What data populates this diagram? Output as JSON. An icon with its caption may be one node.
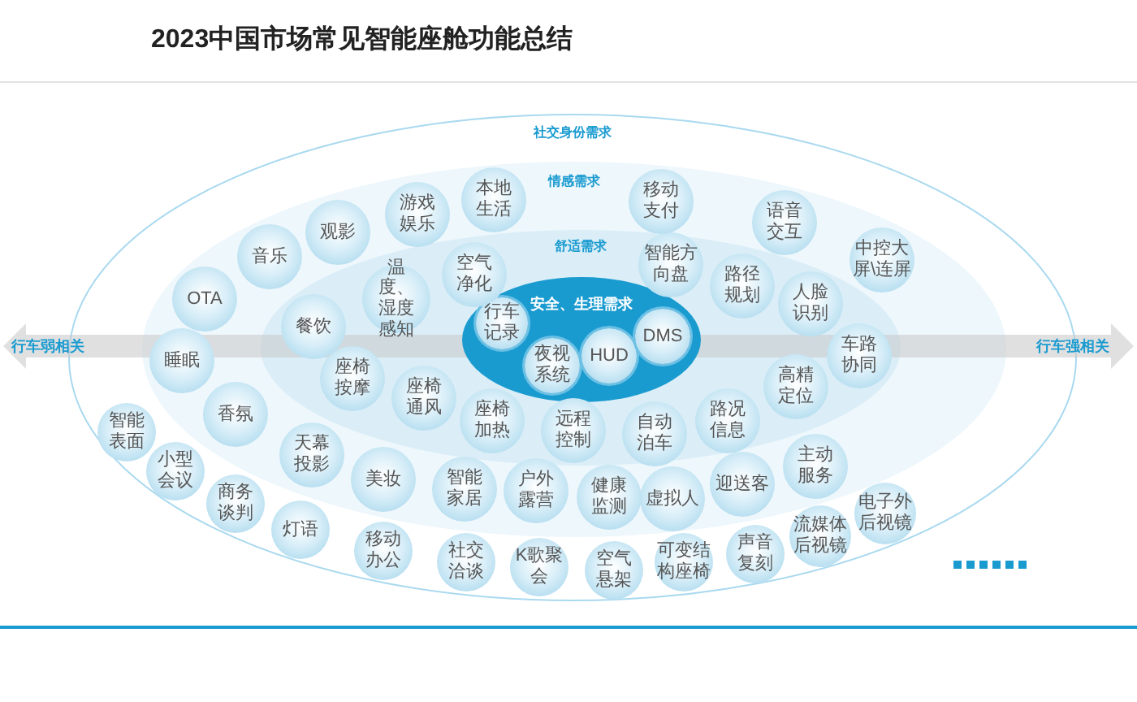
{
  "diagram": {
    "title": "2023中国市场常见智能座舱功能总结",
    "nodes": [
      {
        "text": [
          "社交身份需求"
        ]
      },
      {
        "text": [
          "情感需求"
        ],
        "in": 0
      },
      {
        "text": [
          "舒适需求"
        ],
        "in": 1
      },
      {
        "text": [
          "安全、生理需求"
        ],
        "in": 2
      },
      {
        "text": [
          "行车记录"
        ],
        "in": 3
      },
      {
        "text": [
          "夜视系统"
        ],
        "in": 3
      },
      {
        "text": [
          "HUD"
        ],
        "in": 3
      },
      {
        "text": [
          "DMS"
        ],
        "in": 3
      },
      {
        "text": [
          "本地生活"
        ],
        "in": 1
      },
      {
        "text": [
          "移动支付"
        ],
        "in": 1
      },
      {
        "text": [
          "游戏娱乐"
        ],
        "in": 1
      },
      {
        "text": [
          "观影"
        ],
        "in": 1
      },
      {
        "text": [
          "语音交互"
        ],
        "in": 1
      },
      {
        "text": [
          "音乐"
        ],
        "in": 1
      },
      {
        "text": [
          "中控大屏\\连屏"
        ],
        "in": 1
      },
      {
        "text": [
          "智能方向盘"
        ],
        "in": 2
      },
      {
        "text": [
          "空气净化"
        ],
        "in": 2
      },
      {
        "text": [
          "路径规划"
        ],
        "in": 2
      },
      {
        "text": [
          "OTA"
        ],
        "in": 1
      },
      {
        "text": [
          "温度、湿度感知"
        ],
        "in": 2
      },
      {
        "text": [
          "人脸识别"
        ],
        "in": 2
      },
      {
        "text": [
          "餐饮"
        ],
        "in": 2
      },
      {
        "text": [
          "睡眠"
        ],
        "in": 1
      },
      {
        "text": [
          "车路协同"
        ],
        "in": 2
      },
      {
        "text": [
          "座椅按摩"
        ],
        "in": 2
      },
      {
        "text": [
          "高精定位"
        ],
        "in": 2
      },
      {
        "text": [
          "座椅通风"
        ],
        "in": 2
      },
      {
        "text": [
          "香氛"
        ],
        "in": 1
      },
      {
        "text": [
          "座椅加热"
        ],
        "in": 2
      },
      {
        "text": [
          "路况信息"
        ],
        "in": 2
      },
      {
        "text": [
          "远程控制"
        ],
        "in": 2
      },
      {
        "text": [
          "智能表面"
        ],
        "in": 0
      },
      {
        "text": [
          "自动泊车"
        ],
        "in": 2
      },
      {
        "text": [
          "天幕投影"
        ],
        "in": 1
      },
      {
        "text": [
          "主动服务"
        ],
        "in": 1
      },
      {
        "text": [
          "小型会议"
        ],
        "in": 1
      },
      {
        "text": [
          "美妆"
        ],
        "in": 1
      },
      {
        "text": [
          "迎送客"
        ],
        "in": 1
      },
      {
        "text": [
          "智能家居"
        ],
        "in": 1
      },
      {
        "text": [
          "户外露营"
        ],
        "in": 1
      },
      {
        "text": [
          "健康监测"
        ],
        "in": 1
      },
      {
        "text": [
          "虚拟人"
        ],
        "in": 1
      },
      {
        "text": [
          "商务谈判"
        ],
        "in": 1
      },
      {
        "text": [
          "电子外后视镜"
        ],
        "in": 0
      },
      {
        "text": [
          "灯语"
        ],
        "in": 0
      },
      {
        "text": [
          "流媒体后视镜"
        ],
        "in": 0
      },
      {
        "text": [
          "移动办公"
        ],
        "in": 0
      },
      {
        "text": [
          "声音复刻"
        ],
        "in": 0
      },
      {
        "text": [
          "可变结构座椅"
        ],
        "in": 0
      },
      {
        "text": [
          "社交洽谈"
        ],
        "in": 0
      },
      {
        "text": [
          "K歌聚会"
        ],
        "in": 0
      },
      {
        "text": [
          "空气悬架"
        ],
        "in": 0
      }
    ],
    "labels": [
      "行车弱相关",
      "行车强相关"
    ]
  }
}
